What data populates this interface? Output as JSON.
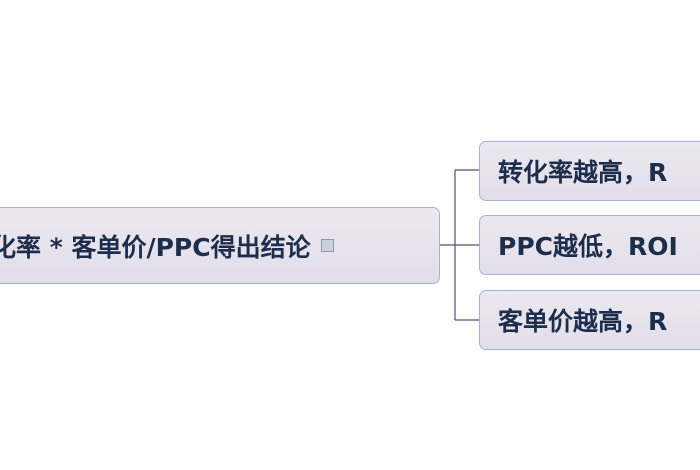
{
  "central_topic": {
    "label": "化率 * 客单价/PPC得出结论",
    "has_note_icon": true
  },
  "subtopics": [
    {
      "label": "转化率越高，R"
    },
    {
      "label": "PPC越低，ROI"
    },
    {
      "label": "客单价越高，R"
    }
  ]
}
